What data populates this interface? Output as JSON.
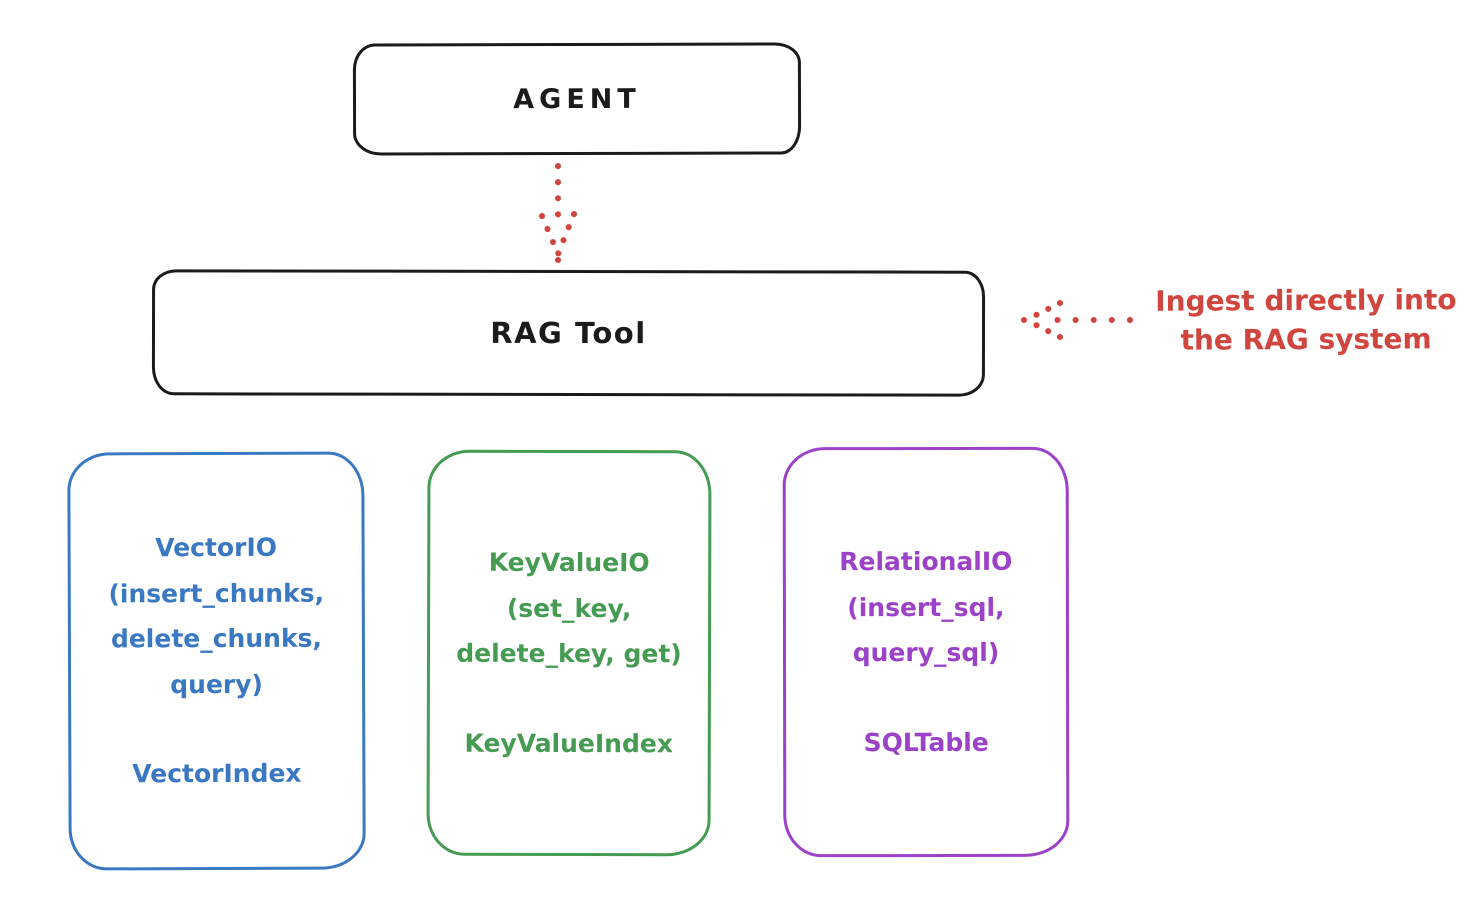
{
  "diagram": {
    "agent": {
      "label": "AGENT"
    },
    "rag_tool": {
      "label": "RAG Tool"
    },
    "annotation": {
      "line1": "Ingest directly into",
      "line2": "the RAG system",
      "color": "#d0453e"
    },
    "arrows": {
      "agent_to_rag_tool": "dotted-red-arrow-down",
      "annotation_to_rag_tool": "dotted-red-arrow-left",
      "color": "#d0453e"
    },
    "backends": [
      {
        "id": "vector-io",
        "color": "#3b78c2",
        "ops_text": "VectorIO\n(insert_chunks,\ndelete_chunks,\nquery)",
        "index_label": "VectorIndex"
      },
      {
        "id": "keyvalue-io",
        "color": "#459b52",
        "ops_text": "KeyValueIO\n(set_key,\ndelete_key, get)",
        "index_label": "KeyValueIndex"
      },
      {
        "id": "relational-io",
        "color": "#9b42c8",
        "ops_text": "RelationalIO\n(insert_sql,\nquery_sql)",
        "index_label": "SQLTable"
      }
    ],
    "colors": {
      "stroke_black": "#1b1b1b",
      "background": "#ffffff"
    }
  }
}
